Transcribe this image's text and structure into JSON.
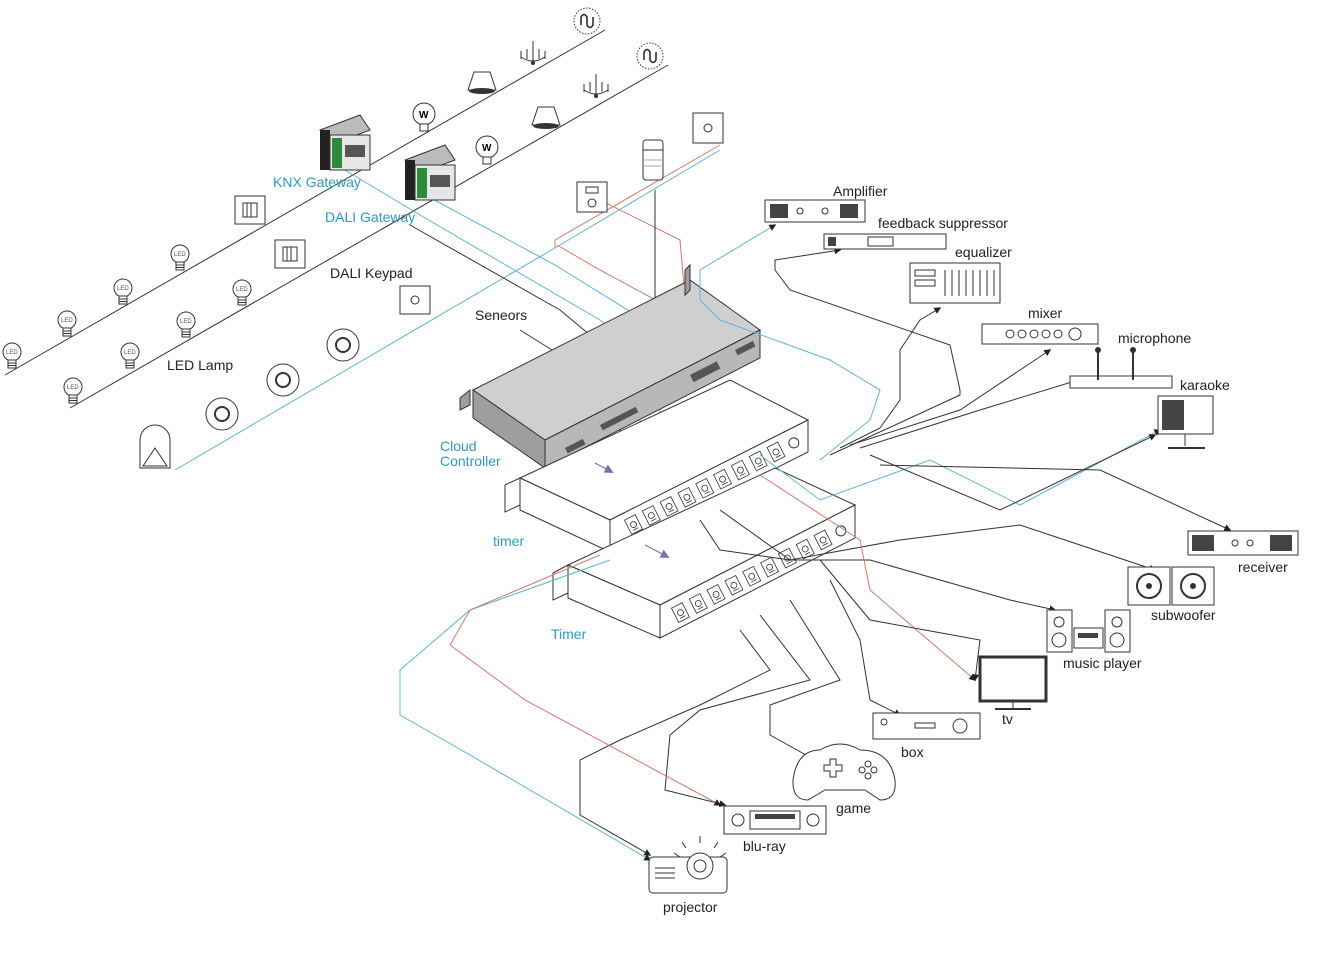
{
  "diagram": {
    "gateways": {
      "knx": "KNX Gateway",
      "dali": "DALI Gateway",
      "dali_keypad": "DALI Keypad",
      "sensors": "Seneors",
      "led_lamp": "LED Lamp",
      "cloud_controller_line1": "Cloud",
      "cloud_controller_line2": "Controller",
      "timer_upper": "timer",
      "timer_lower": "Timer"
    },
    "devices": {
      "amplifier": "Amplifier",
      "feedback_suppressor": "feedback suppressor",
      "equalizer": "equalizer",
      "mixer": "mixer",
      "microphone": "microphone",
      "karaoke": "karaoke",
      "receiver": "receiver",
      "subwoofer": "subwoofer",
      "music_player": "music player",
      "tv": "tv",
      "box": "box",
      "game": "game",
      "blu_ray": "blu-ray",
      "projector": "projector"
    },
    "bulb_text": "LED",
    "colors": {
      "label_blue": "#2c9ac9",
      "wire_blue": "#5bb5dc",
      "wire_red": "#d9776b",
      "line": "#333333",
      "module_green": "#2e8b3a"
    }
  }
}
